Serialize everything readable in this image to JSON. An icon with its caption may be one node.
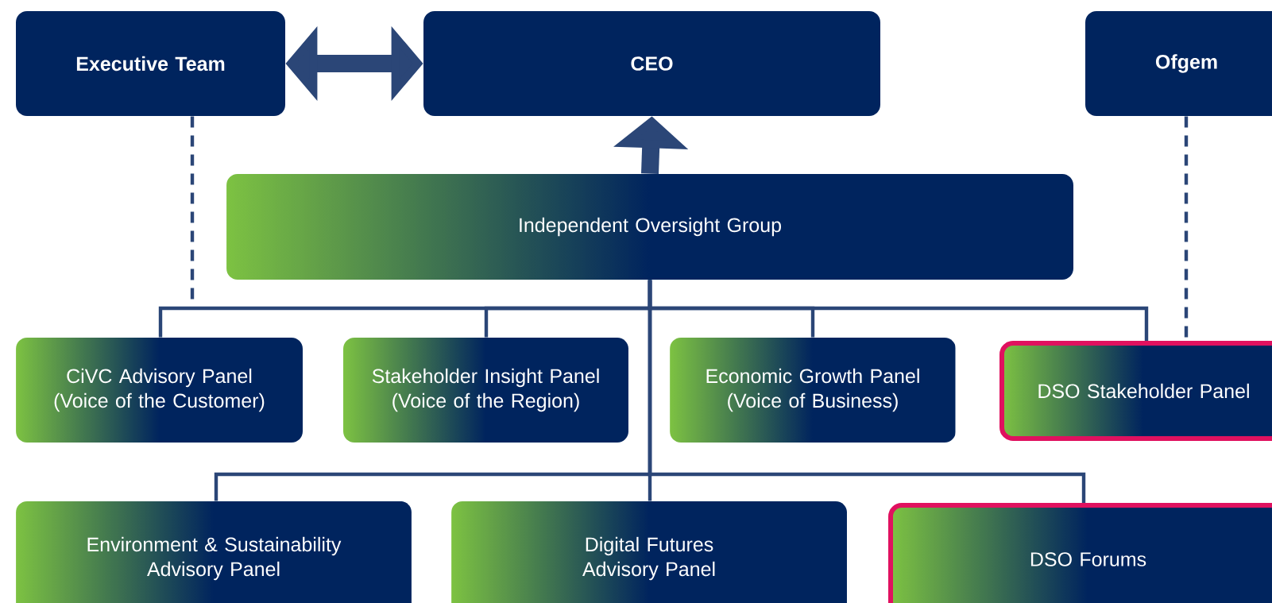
{
  "diagram": {
    "nodes": [
      {
        "text": [
          "Executive Team"
        ]
      },
      {
        "text": [
          "CEO"
        ]
      },
      {
        "text": [
          "Ofgem"
        ]
      },
      {
        "text": [
          "Independent Oversight Group"
        ]
      },
      {
        "text": [
          "CiVC Advisory Panel (Voice of the Customer)"
        ]
      },
      {
        "text": [
          "Stakeholder Insight Panel (Voice of the Region)"
        ]
      },
      {
        "text": [
          "Economic Growth Panel (Voice of Business)"
        ]
      },
      {
        "text": [
          "DSO Stakeholder Panel"
        ]
      },
      {
        "text": [
          "Environment & Sustainability Advisory Panel"
        ]
      },
      {
        "text": [
          "Digital Futures Advisory Panel"
        ]
      },
      {
        "text": [
          "DSO Forums"
        ]
      }
    ],
    "edges": [
      {
        "from": 0,
        "to": 1,
        "arrow": "both",
        "style": "thick"
      },
      {
        "from": 3,
        "to": 1,
        "arrow": "to",
        "style": "thick"
      },
      {
        "from": 3,
        "to": 4,
        "arrow": "none"
      },
      {
        "from": 3,
        "to": 5,
        "arrow": "none"
      },
      {
        "from": 3,
        "to": 6,
        "arrow": "none"
      },
      {
        "from": 3,
        "to": 7,
        "arrow": "none"
      },
      {
        "from": 3,
        "to": 8,
        "arrow": "none"
      },
      {
        "from": 3,
        "to": 9,
        "arrow": "none"
      },
      {
        "from": 3,
        "to": 10,
        "arrow": "none"
      },
      {
        "from": 0,
        "to": 4,
        "arrow": "none",
        "style": "dashed"
      },
      {
        "from": 2,
        "to": 7,
        "arrow": "none",
        "style": "dashed"
      }
    ]
  }
}
